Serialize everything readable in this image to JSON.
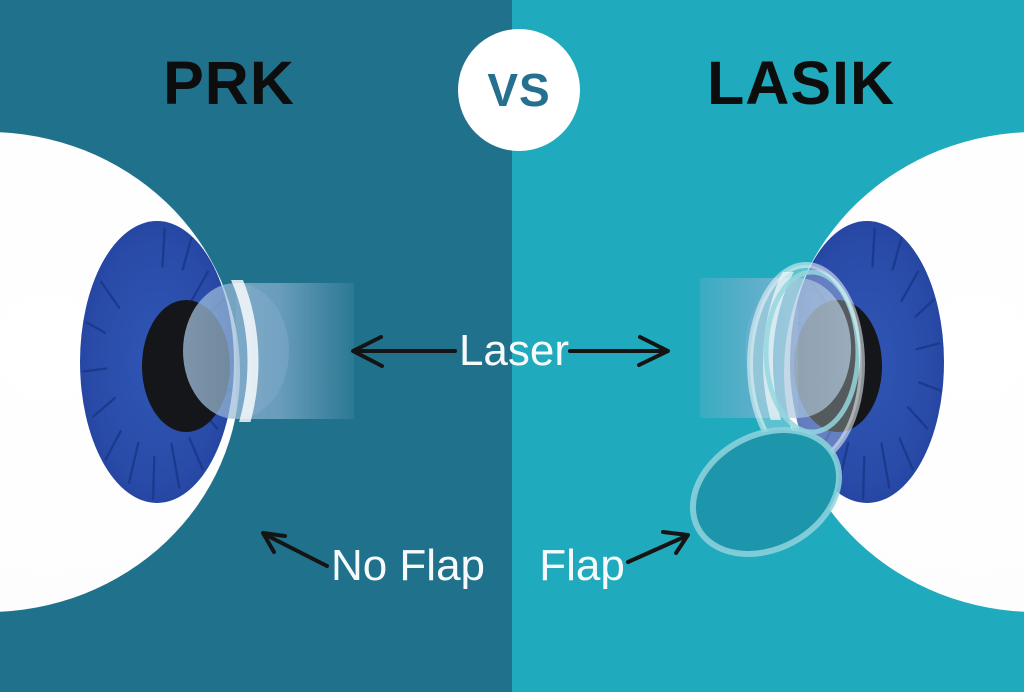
{
  "header": {
    "left_title": "PRK",
    "right_title": "LASIK",
    "vs_label": "VS"
  },
  "labels": {
    "laser": "Laser",
    "no_flap": "No Flap",
    "flap": "Flap"
  },
  "colors": {
    "left_background": "#20728C",
    "right_background": "#20AABD",
    "title_text": "#0D0D0D",
    "label_text": "#F7FAFB",
    "vs_text": "#26708F",
    "vs_circle": "#FFFFFF",
    "sclera_white": "#FFFFFF",
    "iris_blue": "#2A4BA8",
    "iris_line_blue": "#1B3A8E",
    "pupil_black": "#14161A",
    "laser_beam_blue": "#8FB3D3",
    "flap_fill": "#1D95AB",
    "flap_border": "#8FD4DE",
    "arrow_black": "#141414"
  }
}
